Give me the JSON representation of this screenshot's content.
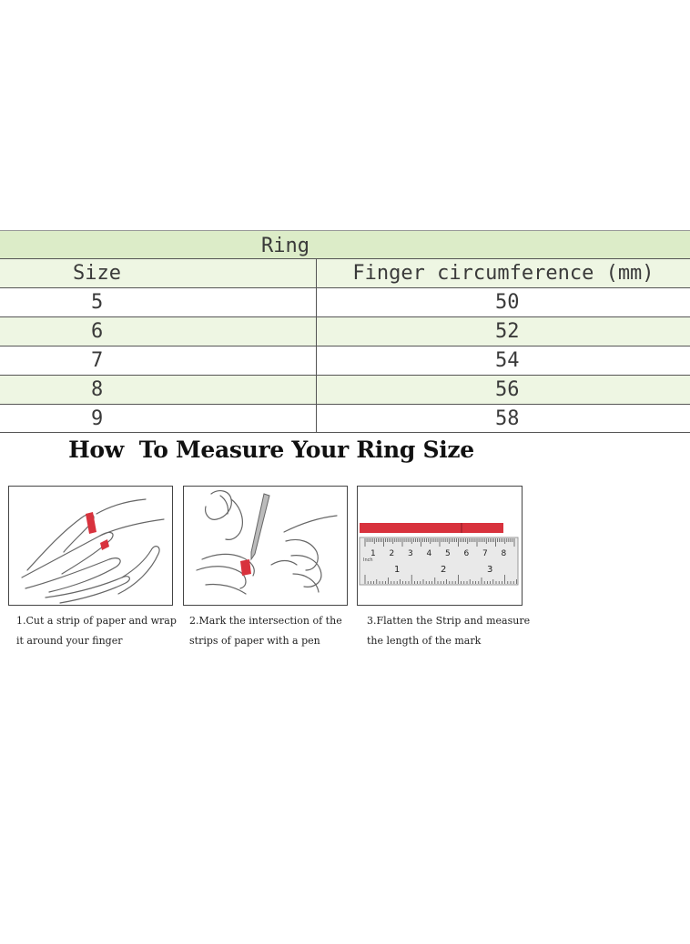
{
  "table": {
    "title": "Ring",
    "col_size": "Size",
    "col_circ": "Finger circumference (mm)",
    "rows": [
      {
        "size": "5",
        "circ": "50"
      },
      {
        "size": "6",
        "circ": "52"
      },
      {
        "size": "7",
        "circ": "54"
      },
      {
        "size": "8",
        "circ": "56"
      },
      {
        "size": "9",
        "circ": "58"
      }
    ]
  },
  "heading": "How  To Measure Your Ring Size",
  "steps": {
    "s1_line1": "1.Cut a strip of paper and wrap",
    "s1_line2": "it around your finger",
    "s2_line1": "2.Mark the intersection of the",
    "s2_line2": "strips of paper with a pen",
    "s3_line1": "3.Flatten the Strip and measure",
    "s3_line2": "the length of the mark"
  },
  "ruler": {
    "unit": "Inch",
    "top_ticks": [
      "1",
      "2",
      "3",
      "4",
      "5",
      "6",
      "7",
      "8"
    ],
    "bottom_ticks": [
      "1",
      "2",
      "3"
    ]
  },
  "colors": {
    "title_row": "#dcecc8",
    "band_row": "#eef6e3",
    "paper_strip": "#d8323d"
  }
}
